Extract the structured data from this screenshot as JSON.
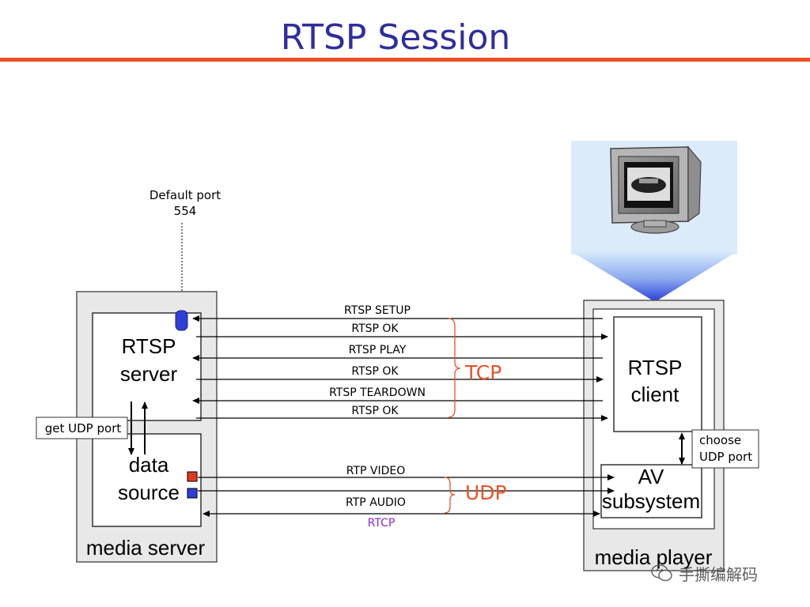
{
  "title": "RTSP Session",
  "port_note": {
    "line1": "Default port",
    "line2": "554"
  },
  "server": {
    "rtsp_server": [
      "RTSP",
      "server"
    ],
    "data_source": [
      "data",
      "source"
    ],
    "container": "media server",
    "get_udp_port": "get UDP port"
  },
  "client": {
    "rtsp_client": [
      "RTSP",
      "client"
    ],
    "av_subsystem": [
      "AV",
      "subsystem"
    ],
    "container": "media player",
    "choose_udp_port": [
      "choose",
      "UDP port"
    ]
  },
  "tcp_messages": [
    "RTSP SETUP",
    "RTSP OK",
    "RTSP PLAY",
    "RTSP OK",
    "RTSP TEARDOWN",
    "RTSP OK"
  ],
  "udp_messages": [
    "RTP VIDEO",
    "RTP AUDIO",
    "RTCP"
  ],
  "groups": {
    "tcp": "TCP",
    "udp": "UDP"
  },
  "watermark": "手撕编解码",
  "colors": {
    "title": "#2e2e9e",
    "rule": "#e8532a",
    "group_label": "#e8532a",
    "rtcp": "#8a2bd6",
    "port_blue": "#2f3fd6",
    "port_red": "#e03a1e"
  }
}
